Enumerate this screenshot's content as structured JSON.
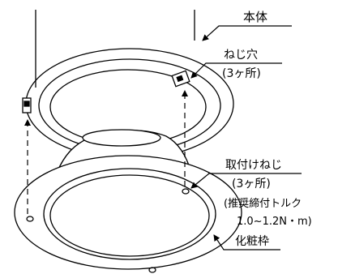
{
  "labels": {
    "body": "本体",
    "screw_hole": "ねじ穴",
    "screw_hole_count": "(3ヶ所)",
    "mounting_screw": "取付けねじ",
    "mounting_screw_count": "(3ヶ所)",
    "torque_note": "(推奨締付トルク",
    "torque_value": "1.0~1.2N・m)",
    "trim_frame": "化粧枠"
  }
}
